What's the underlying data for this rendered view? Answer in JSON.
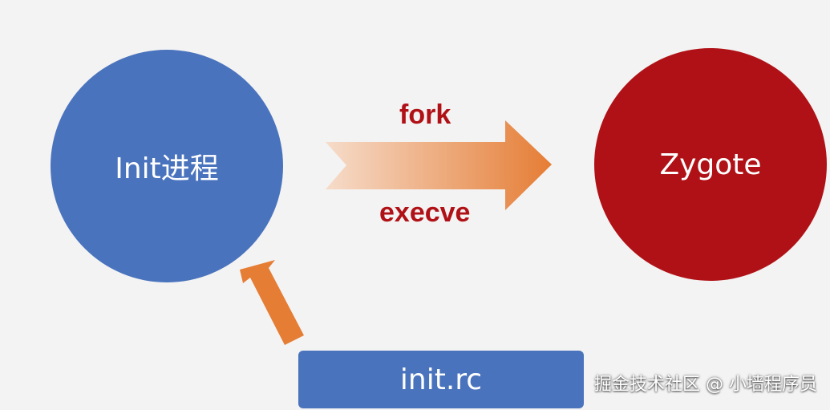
{
  "nodes": {
    "init": {
      "label": "Init进程",
      "color": "#4a73bd"
    },
    "zygote": {
      "label": "Zygote",
      "color": "#b01116"
    },
    "initrc": {
      "label": "init.rc",
      "color": "#4a73bd"
    }
  },
  "edges": {
    "init_to_zygote": {
      "top_label": "fork",
      "bottom_label": "execve",
      "color_start": "#f6dcca",
      "color_end": "#e57d35"
    },
    "initrc_to_init": {
      "color": "#e57d35"
    }
  },
  "watermark": "掘金技术社区 @ 小墙程序员"
}
